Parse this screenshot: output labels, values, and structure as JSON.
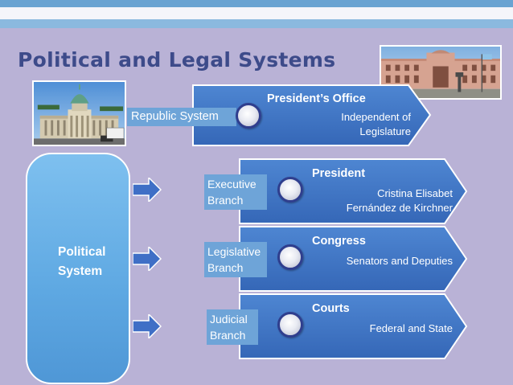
{
  "title": "Political and Legal Systems",
  "top_row": {
    "left_label": "Republic System",
    "heading": "President’s Office",
    "detail_line1": "Independent of",
    "detail_line2": "Legislature"
  },
  "political_system": {
    "line1": "Political",
    "line2": "System"
  },
  "branches": [
    {
      "label_line1": "Executive",
      "label_line2": "Branch",
      "heading": "President",
      "detail_line1": "Cristina Elisabet",
      "detail_line2": "Fernández de Kirchner"
    },
    {
      "label_line1": "Legislative",
      "label_line2": "Branch",
      "heading": "Congress",
      "detail_line1": "Senators and Deputies"
    },
    {
      "label_line1": "Judicial",
      "label_line2": "Branch",
      "heading": "Courts",
      "detail_line1": "Federal and State"
    }
  ],
  "colors": {
    "background": "#b9b2d6",
    "title": "#3d4b8a",
    "arrow": "#3f75c6",
    "label_fill": "#6ea4d8",
    "capsule": "#5ea8e2"
  }
}
